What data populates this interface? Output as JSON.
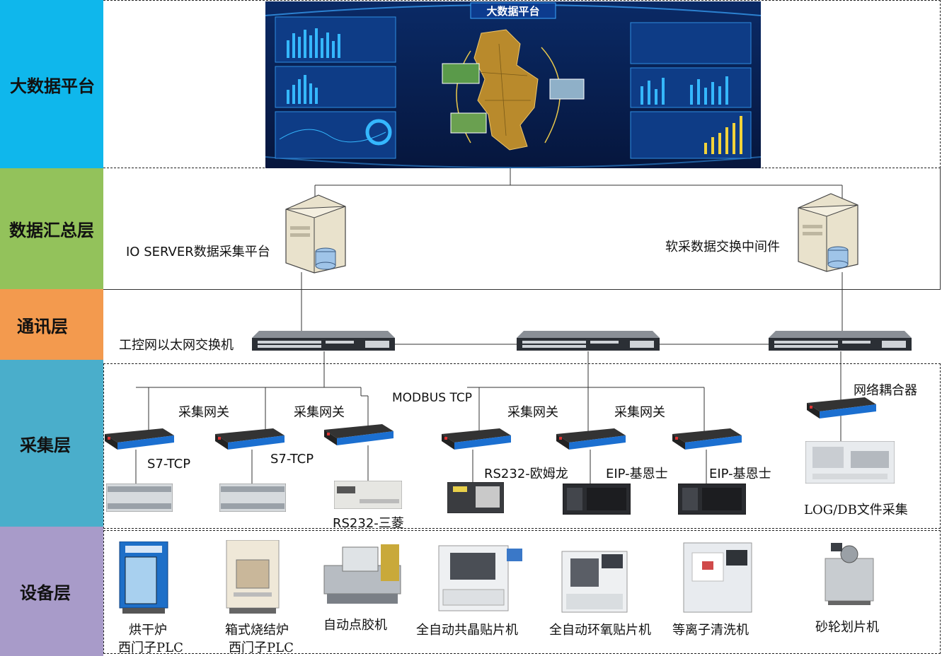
{
  "layers": {
    "bigdata": "大数据平台",
    "aggregation": "数据汇总层",
    "communication": "通讯层",
    "acquisition": "采集层",
    "device": "设备层"
  },
  "dashboard": {
    "title": "大数据平台"
  },
  "servers": {
    "io_server": "IO SERVER数据采集平台",
    "soft_exchange": "软采数据交换中间件"
  },
  "switch_label": "工控网以太网交换机",
  "acquisition": {
    "gateway_label_1": "采集网关",
    "gateway_label_2": "采集网关",
    "gateway_label_3": "采集网关",
    "gateway_label_4": "采集网关",
    "modbus": "MODBUS TCP",
    "coupler": "网络耦合器",
    "protocols": [
      "S7-TCP",
      "S7-TCP",
      "RS232-三菱",
      "RS232-欧姆龙",
      "EIP-基恩士",
      "EIP-基恩士"
    ],
    "log_collect": "LOG/DB文件采集"
  },
  "devices": [
    {
      "line1": "烘干炉",
      "line2": "西门子PLC"
    },
    {
      "line1": "箱式烧结炉",
      "line2": "西门子PLC"
    },
    {
      "line1": "自动点胶机",
      "line2": ""
    },
    {
      "line1": "全自动共晶贴片机",
      "line2": ""
    },
    {
      "line1": "全自动环氧贴片机",
      "line2": ""
    },
    {
      "line1": "等离子清洗机",
      "line2": ""
    },
    {
      "line1": "砂轮划片机",
      "line2": ""
    }
  ]
}
